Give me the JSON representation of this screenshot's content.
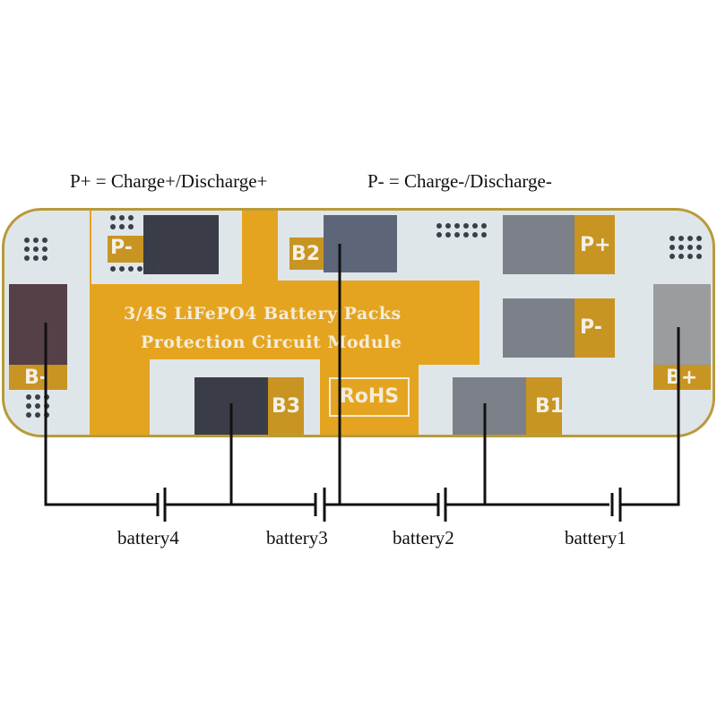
{
  "legend": {
    "p_plus": "P+ = Charge+/Discharge+",
    "p_minus": "P- = Charge-/Discharge-"
  },
  "board": {
    "title_line1": "3/4S LiFePO4 Battery Packs",
    "title_line2": "Protection Circuit Module",
    "rohs": "RoHS",
    "pads": {
      "b_minus": "B-",
      "p_minus_top": "P-",
      "b2": "B2",
      "p_plus": "P+",
      "p_minus_right": "P-",
      "b_plus": "B+",
      "b3": "B3",
      "b1": "B1"
    },
    "colors": {
      "board": "#e5a420",
      "copper_silver": "#dfe6ea",
      "silkscreen": "#f4ecd6"
    }
  },
  "batteries": [
    {
      "label": "battery4"
    },
    {
      "label": "battery3"
    },
    {
      "label": "battery2"
    },
    {
      "label": "battery1"
    }
  ]
}
